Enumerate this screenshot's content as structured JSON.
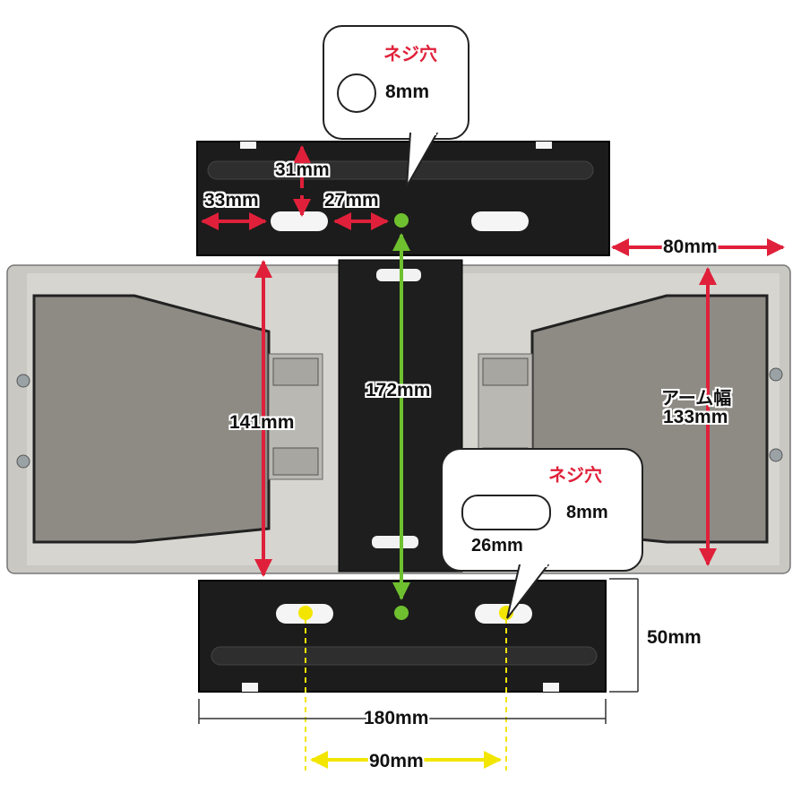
{
  "labels": {
    "screw_hole_title": "ネジ穴",
    "screw_hole_round": "8mm",
    "screw_hole_slot_height": "8mm",
    "screw_hole_slot_width": "26mm",
    "top_height": "31mm",
    "top_left_offset": "33mm",
    "top_slot_gap": "27mm",
    "right_plate_width": "80mm",
    "center_height": "172mm",
    "left_height": "141mm",
    "arm_width_title": "アーム幅",
    "arm_width_value": "133mm",
    "bottom_height": "50mm",
    "bottom_width": "180mm",
    "hole_spacing": "90mm"
  },
  "colors": {
    "red": "#e0203a",
    "green": "#6fc02f",
    "yellow": "#f2e600",
    "steel_dark": "#1c1c1c",
    "silver": "#c9c8c3",
    "arm": "#8e8b85"
  }
}
